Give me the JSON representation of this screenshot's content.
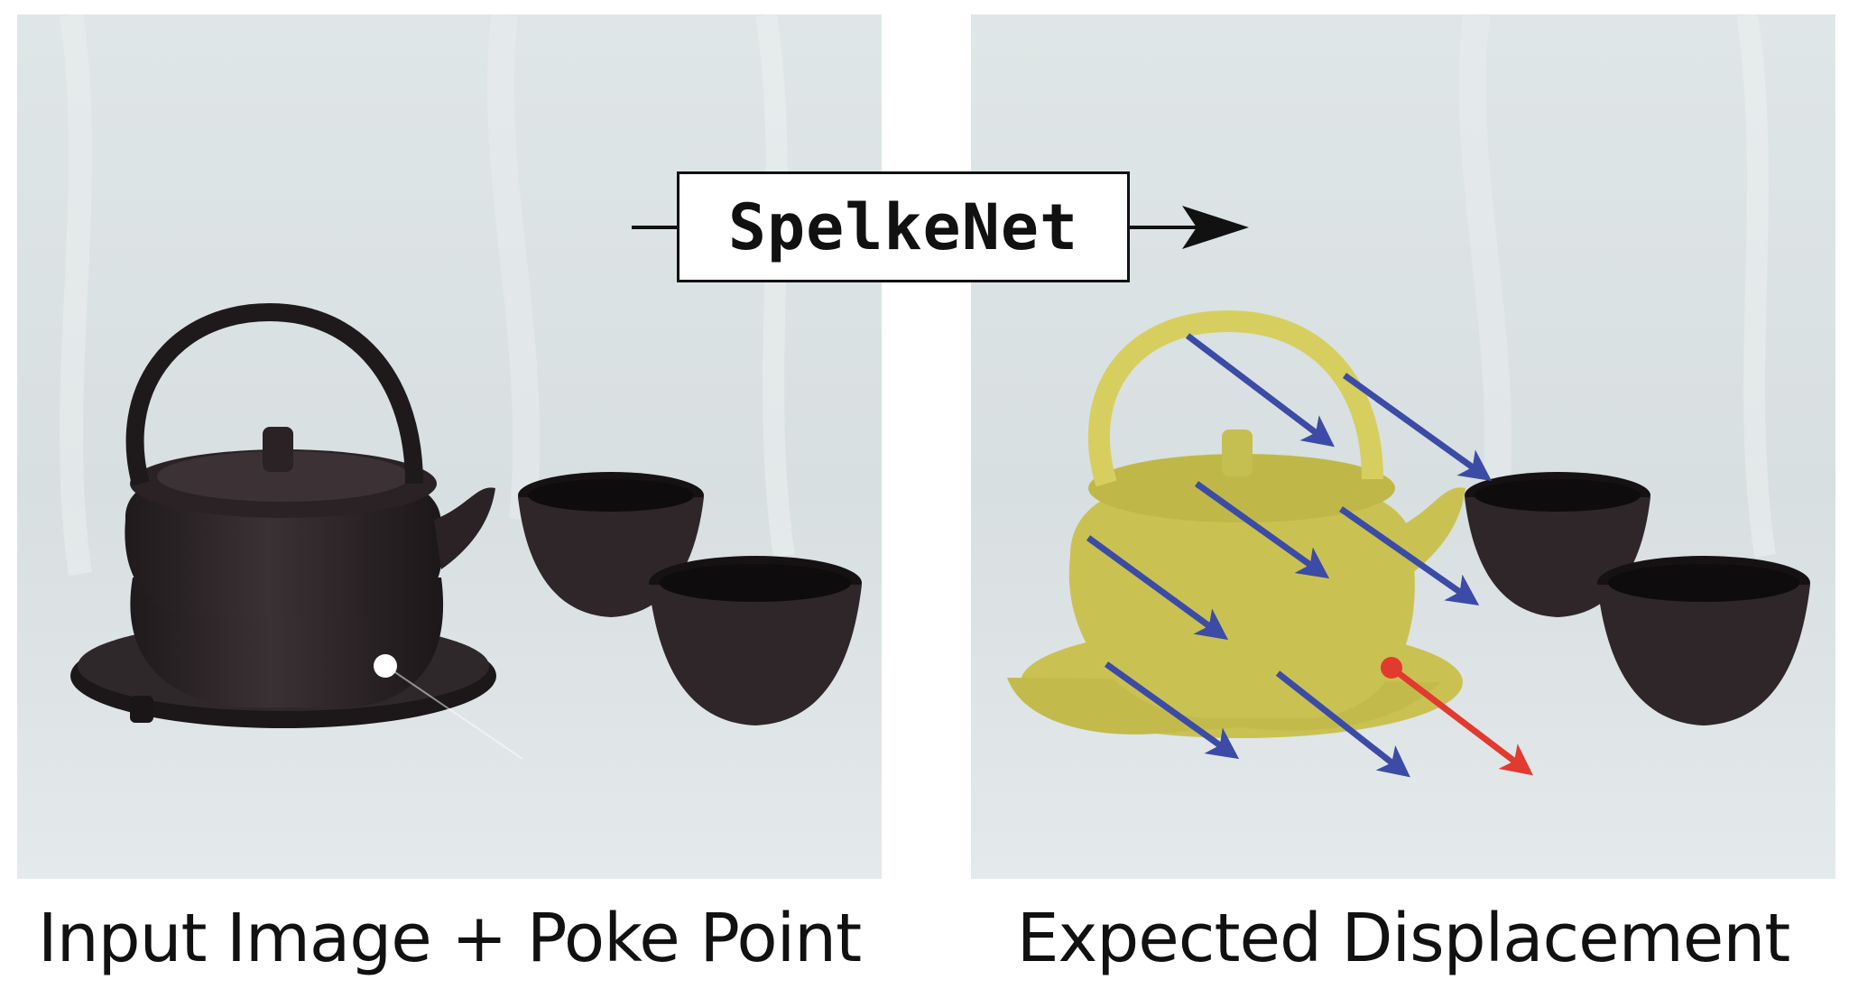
{
  "model": {
    "label": "SpelkeNet"
  },
  "left_panel": {
    "caption": "Input Image + Poke Point"
  },
  "right_panel": {
    "caption": "Expected Displacement"
  },
  "colors": {
    "background": "#dfe5e6",
    "cast_iron": "#2a2325",
    "segment_highlight": "#c9c253",
    "displacement_arrow": "#3b4ba6",
    "poke_arrow": "#e23a2e",
    "poke_point": "#ffffff"
  },
  "icons": [
    "teapot-image",
    "tea-cup-image",
    "poke-point-marker",
    "displacement-arrow",
    "poke-arrow",
    "flow-arrow"
  ]
}
